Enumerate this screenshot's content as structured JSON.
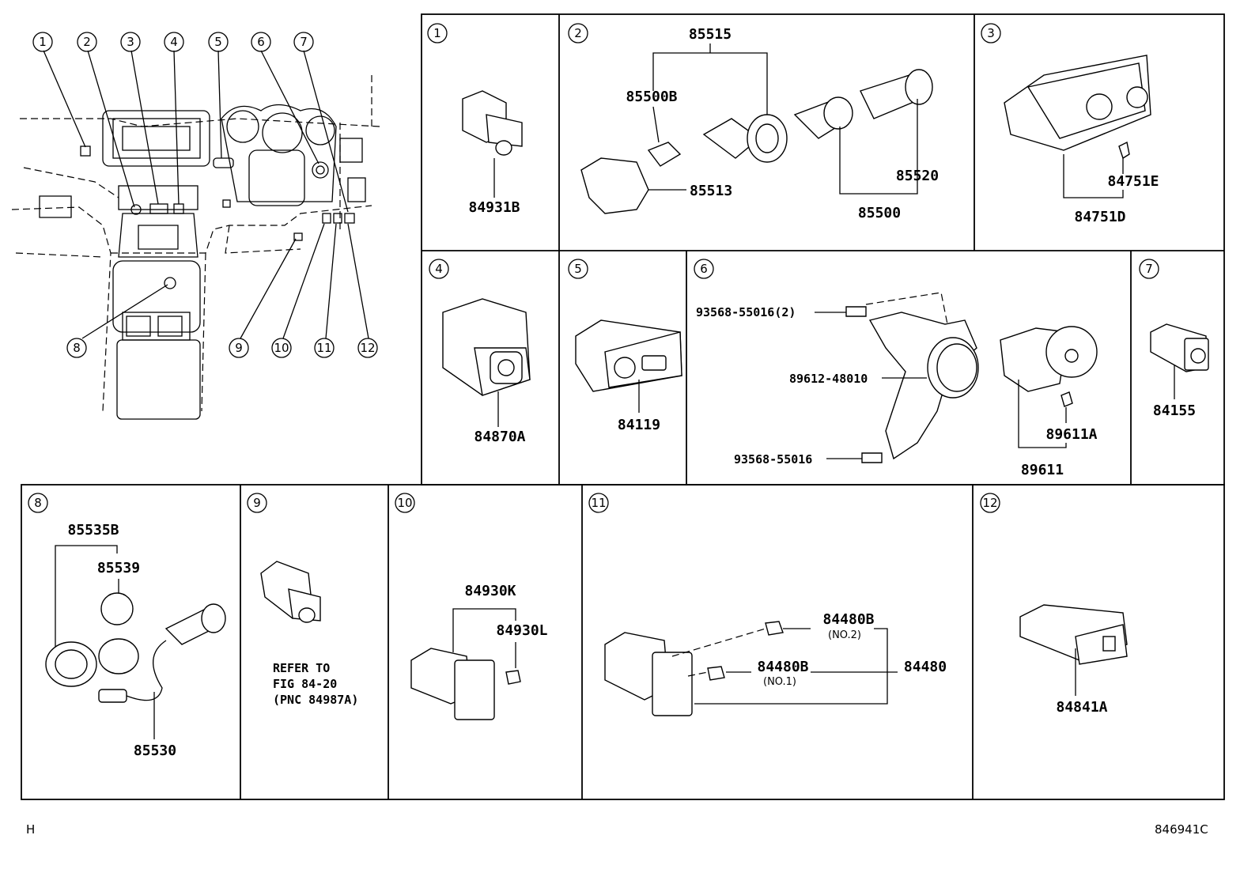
{
  "overview": {
    "callouts": [
      "1",
      "2",
      "3",
      "4",
      "5",
      "6",
      "7",
      "8",
      "9",
      "10",
      "11",
      "12"
    ]
  },
  "panels": [
    {
      "num": "1",
      "parts": [
        "84931B"
      ]
    },
    {
      "num": "2",
      "parts": [
        "85515",
        "85500B",
        "85513",
        "85520",
        "85500"
      ]
    },
    {
      "num": "3",
      "parts": [
        "84751E",
        "84751D"
      ]
    },
    {
      "num": "4",
      "parts": [
        "84870A"
      ]
    },
    {
      "num": "5",
      "parts": [
        "84119"
      ]
    },
    {
      "num": "6",
      "parts": [
        "93568-55016(2)",
        "89612-48010",
        "93568-55016",
        "89611A",
        "89611"
      ]
    },
    {
      "num": "7",
      "parts": [
        "84155"
      ]
    },
    {
      "num": "8",
      "parts": [
        "85535B",
        "85539",
        "85530"
      ]
    },
    {
      "num": "9",
      "parts": [],
      "note": [
        "REFER TO",
        "FIG 84-20",
        "(PNC 84987A)"
      ]
    },
    {
      "num": "10",
      "parts": [
        "84930K",
        "84930L"
      ]
    },
    {
      "num": "11",
      "parts": [
        "84480B",
        "(NO.2)",
        "84480B",
        "(NO.1)",
        "84480"
      ]
    },
    {
      "num": "12",
      "parts": [
        "84841A"
      ]
    }
  ],
  "footer": {
    "left": "H",
    "right": "846941C"
  }
}
